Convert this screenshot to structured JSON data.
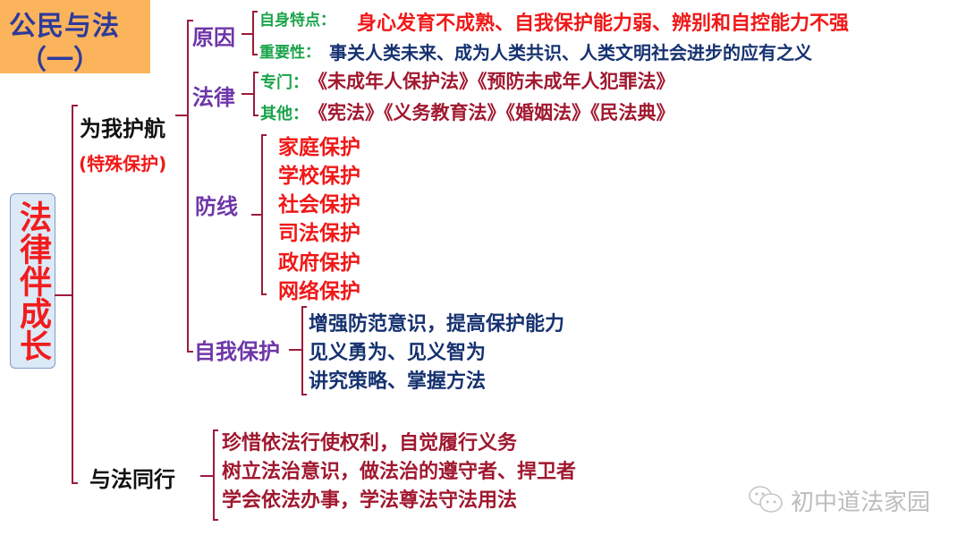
{
  "title": {
    "line1": "公民与法",
    "line2": "（一）",
    "background_color": "#FBB45C",
    "text_color": "#2E3A9A"
  },
  "root": {
    "label": "法律伴成长",
    "text_color": "#F21C1C",
    "box_color": "#DCE9F7"
  },
  "branches": [
    {
      "label": "为我护航",
      "note": "(特殊保护)",
      "children": [
        {
          "label": "原因",
          "items": [
            {
              "key": "自身特点：",
              "value": "身心发育不成熟、自我保护能力弱、辨别和自控能力不强"
            },
            {
              "key": "重要性：",
              "value": "事关人类未来、成为人类共识、人类文明社会进步的应有之义"
            }
          ]
        },
        {
          "label": "法律",
          "items": [
            {
              "key": "专门：",
              "value": "《未成年人保护法》《预防未成年人犯罪法》"
            },
            {
              "key": "其他：",
              "value": "《宪法》《义务教育法》《婚姻法》《民法典》"
            }
          ]
        },
        {
          "label": "防线",
          "items": [
            "家庭保护",
            "学校保护",
            "社会保护",
            "司法保护",
            "政府保护",
            "网络保护"
          ]
        },
        {
          "label": "自我保护",
          "items": [
            "增强防范意识，提高保护能力",
            "见义勇为、见义智为",
            "讲究策略、掌握方法"
          ]
        }
      ]
    },
    {
      "label": "与法同行",
      "items": [
        "珍惜依法行使权利，自觉履行义务",
        "树立法治意识，做法治的遵守者、捍卫者",
        "学会依法办事，学法尊法守法用法"
      ]
    }
  ],
  "watermark": {
    "icon": "wechat-icon",
    "text": "初中道法家园"
  },
  "colors": {
    "bracket": "#9B1B3A",
    "category_purple": "#6E36A8",
    "key_green": "#1AA34A",
    "emphasis_red": "#F01818",
    "navy": "#163270",
    "maroon": "#A0182F"
  }
}
